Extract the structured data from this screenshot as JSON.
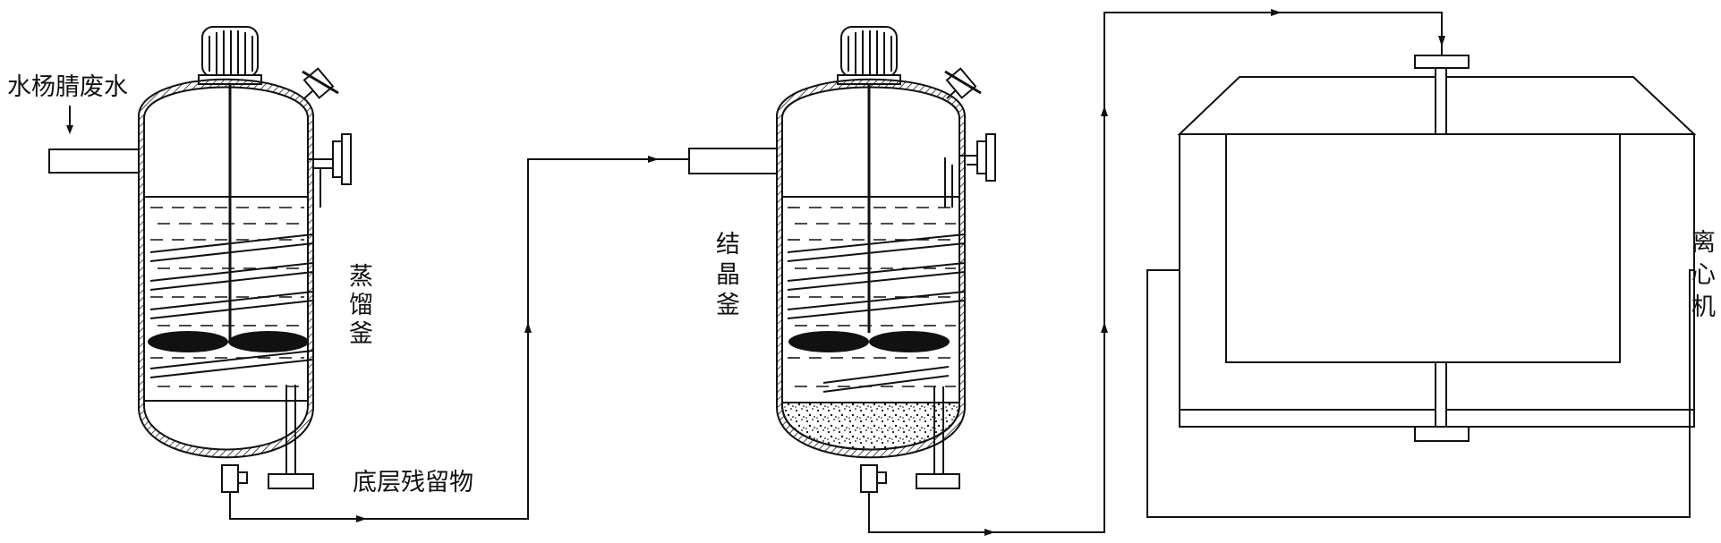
{
  "labels": {
    "input_label": "水杨腈废水",
    "vessel1_label": [
      "蒸",
      "馏",
      "釜"
    ],
    "residue_label": "底层残留物",
    "vessel2_label": [
      "结",
      "晶",
      "釜"
    ],
    "centrifuge_label": [
      "离",
      "心",
      "机"
    ]
  },
  "colors": {
    "line": "#111111",
    "background": "#ffffff"
  }
}
